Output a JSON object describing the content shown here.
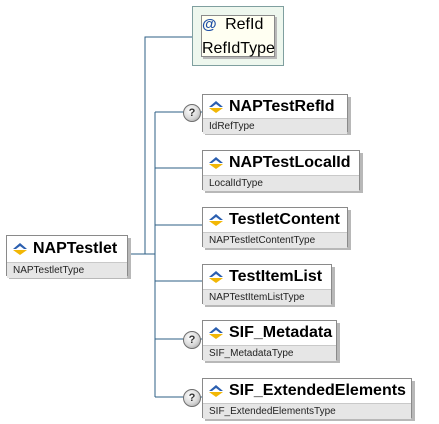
{
  "root": {
    "name": "NAPTestlet",
    "type": "NAPTestletType"
  },
  "attribute": {
    "symbol": "@",
    "name": "RefId",
    "type": "RefIdType"
  },
  "children": [
    {
      "name": "NAPTestRefId",
      "type": "IdRefType",
      "optional": true
    },
    {
      "name": "NAPTestLocalId",
      "type": "LocalIdType",
      "optional": false
    },
    {
      "name": "TestletContent",
      "type": "NAPTestletContentType",
      "optional": false
    },
    {
      "name": "TestItemList",
      "type": "NAPTestItemListType",
      "optional": false
    },
    {
      "name": "SIF_Metadata",
      "type": "SIF_MetadataType",
      "optional": true
    },
    {
      "name": "SIF_ExtendedElements",
      "type": "SIF_ExtendedElementsType",
      "optional": true
    }
  ],
  "optional_marker": "?",
  "colors": {
    "connector": "#2e5f85",
    "icon_blue": "#2b5fb0",
    "icon_yellow": "#f2b705"
  }
}
